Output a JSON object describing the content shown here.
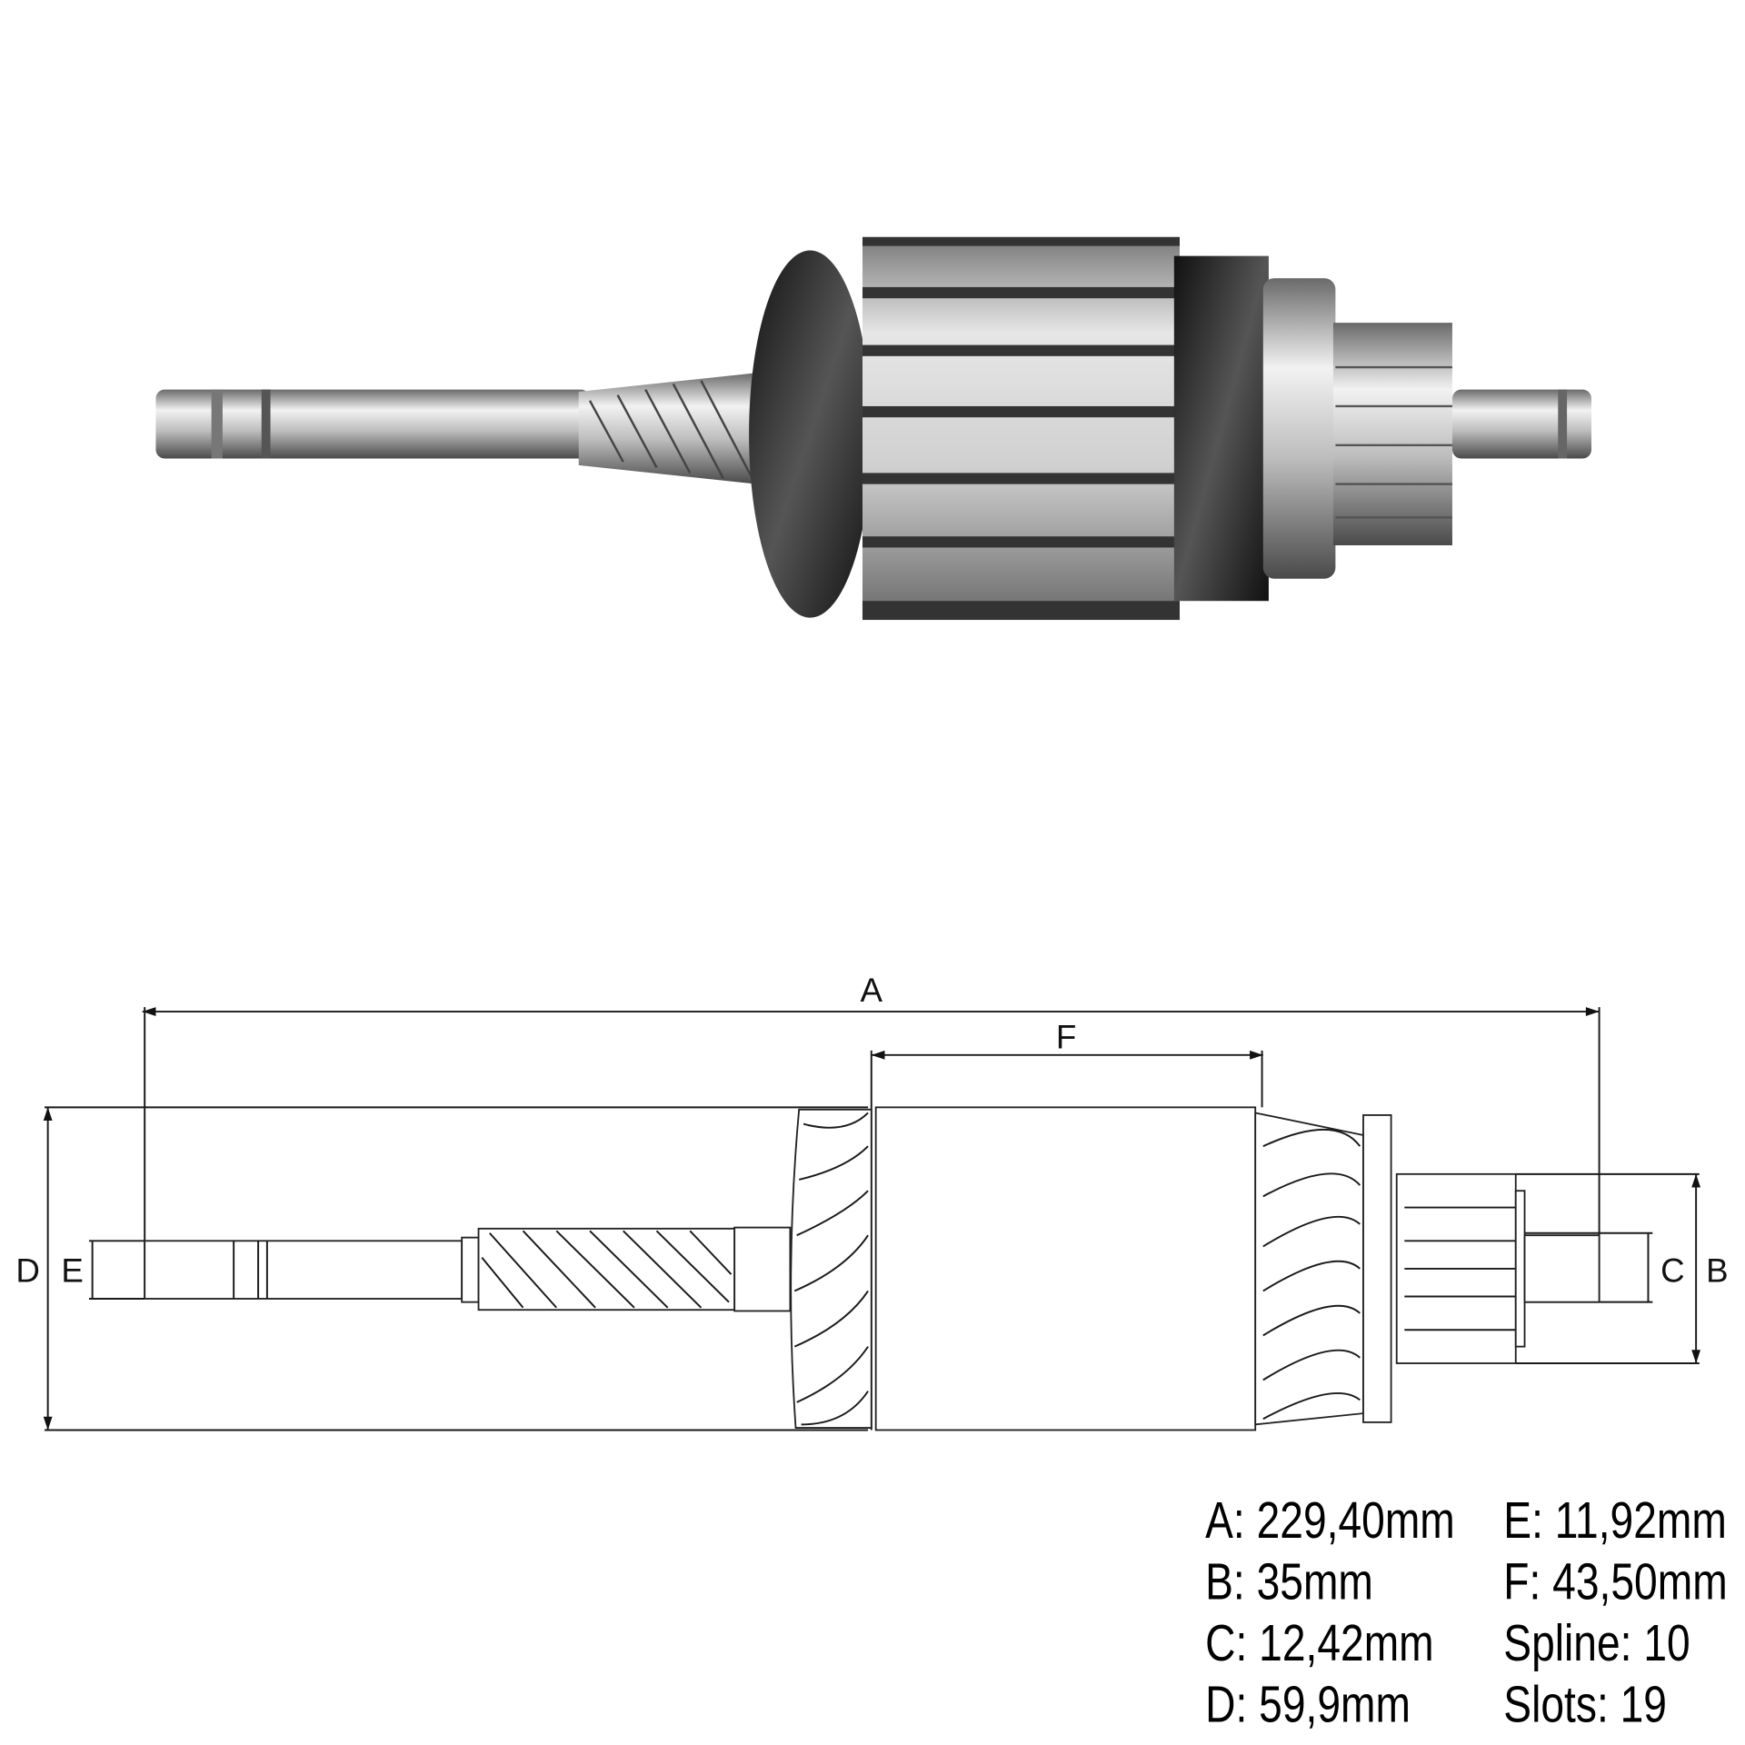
{
  "photo": {
    "subject": "starter-armature"
  },
  "drawing": {
    "labels": {
      "A": "A",
      "B": "B",
      "C": "C",
      "D": "D",
      "E": "E",
      "F": "F"
    }
  },
  "specs": {
    "left": [
      "A: 229,40mm",
      "B: 35mm",
      "C: 12,42mm",
      "D: 59,9mm"
    ],
    "right": [
      "E: 11,92mm",
      "F: 43,50mm",
      "Spline: 10",
      "Slots: 19"
    ]
  }
}
